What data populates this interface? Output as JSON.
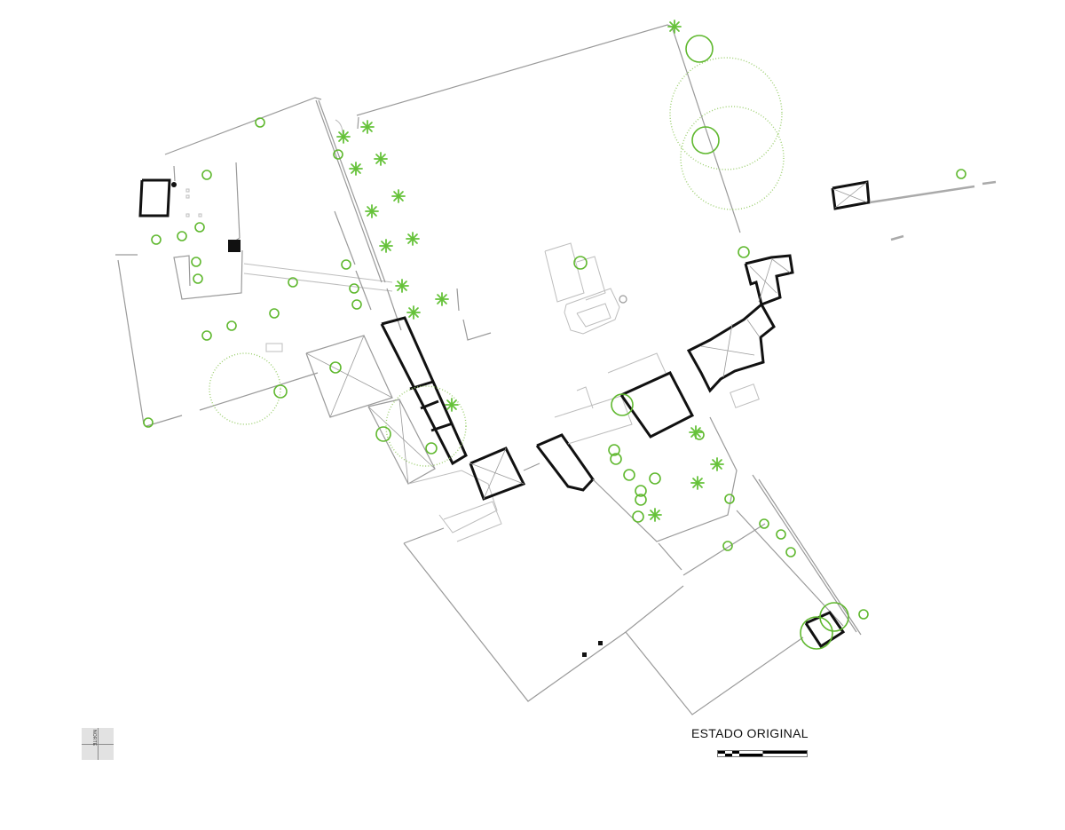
{
  "drawing": {
    "title": "ESTADO ORIGINAL",
    "type": "architectural site plan",
    "north_arrow": {
      "label": "NORTE",
      "icon": "north-arrow-icon"
    },
    "scale_bar": {
      "icon": "scale-bar-icon",
      "segments": [
        "black",
        "white",
        "black",
        "white",
        "black",
        "black-long",
        "white-long"
      ]
    },
    "colors": {
      "background": "#ffffff",
      "walls_existing": "#111111",
      "walls_light": "#9a9a9a",
      "vegetation": "#5fb82e",
      "canopy": "#9ccf6f"
    },
    "legend_elements": [
      {
        "name": "trees",
        "icon": "tree-circle-icon"
      },
      {
        "name": "palms",
        "icon": "palm-star-icon"
      },
      {
        "name": "large tree canopy",
        "icon": "canopy-dotted-circle-icon"
      },
      {
        "name": "existing building walls",
        "icon": "thick-wall-icon"
      },
      {
        "name": "perimeter walls",
        "icon": "thin-wall-icon"
      }
    ]
  }
}
